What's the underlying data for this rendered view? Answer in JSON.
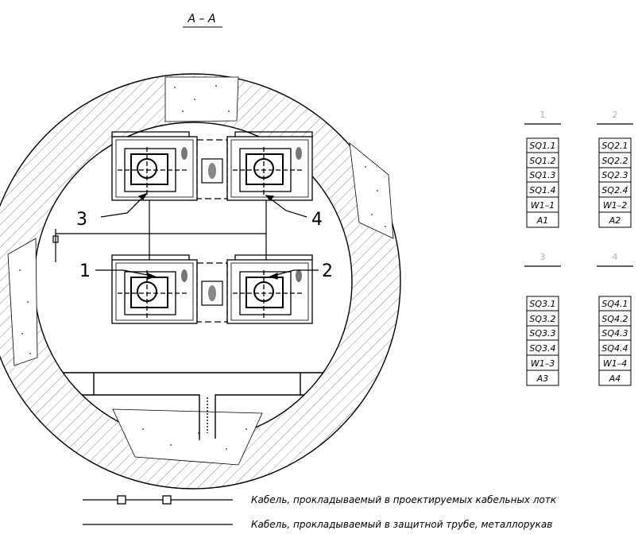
{
  "section_title": "A – A",
  "callouts": [
    "1",
    "2",
    "3",
    "4"
  ],
  "tables": [
    {
      "header": "1",
      "rows": [
        "SQ1.1",
        "SQ1.2",
        "SQ1.3",
        "SQ1.4",
        "W1–1",
        "A1"
      ]
    },
    {
      "header": "2",
      "rows": [
        "SQ2.1",
        "SQ2.2",
        "SQ2.3",
        "SQ2.4",
        "W1–2",
        "A2"
      ]
    },
    {
      "header": "3",
      "rows": [
        "SQ3.1",
        "SQ3.2",
        "SQ3.3",
        "SQ3.4",
        "W1–3",
        "A3"
      ]
    },
    {
      "header": "4",
      "rows": [
        "SQ4.1",
        "SQ4.2",
        "SQ4.3",
        "SQ4.4",
        "W1–4",
        "A4"
      ]
    }
  ],
  "legend": [
    {
      "symbol": "cable-tray-line",
      "text": "Кабель, прокладываемый в проектируемых кабельных лотк"
    },
    {
      "symbol": "protective-pipe-line",
      "text": "Кабель, прокладываемый в защитной трубе, металлорукав"
    }
  ],
  "colors": {
    "ink": "#000000",
    "faint": "#b0b0b0",
    "hatch": "#8a8a8a",
    "background": "#ffffff"
  }
}
